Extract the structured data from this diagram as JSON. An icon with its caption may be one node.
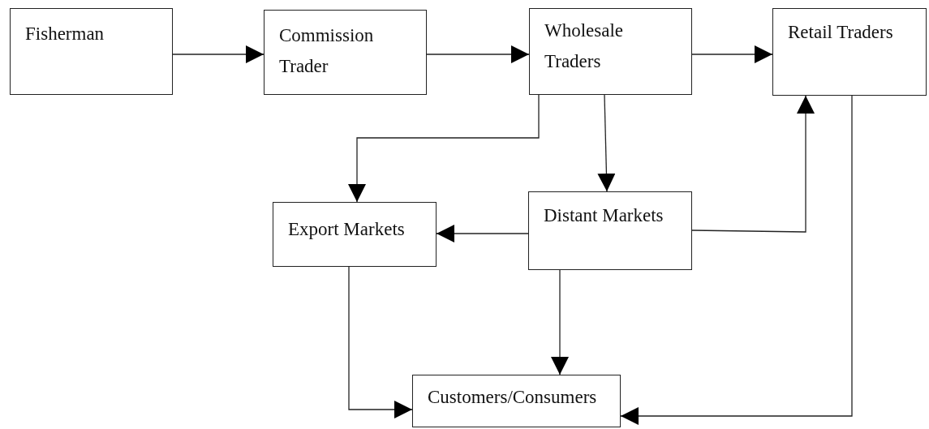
{
  "diagram": {
    "nodes": [
      {
        "text": [
          "Fisherman"
        ]
      },
      {
        "text": [
          "Commission Trader"
        ]
      },
      {
        "text": [
          "Wholesale Traders"
        ]
      },
      {
        "text": [
          "Retail Traders"
        ]
      },
      {
        "text": [
          "Export Markets"
        ]
      },
      {
        "text": [
          "Distant Markets"
        ]
      },
      {
        "text": [
          "Customers/Consumers"
        ]
      }
    ],
    "edges": [
      {
        "from": 0,
        "to": 1,
        "arrow": "to"
      },
      {
        "from": 1,
        "to": 2,
        "arrow": "to"
      },
      {
        "from": 2,
        "to": 3,
        "arrow": "to"
      },
      {
        "from": 2,
        "to": 4,
        "arrow": "to"
      },
      {
        "from": 2,
        "to": 5,
        "arrow": "to"
      },
      {
        "from": 5,
        "to": 4,
        "arrow": "to"
      },
      {
        "from": 5,
        "to": 3,
        "arrow": "to"
      },
      {
        "from": 5,
        "to": 6,
        "arrow": "to"
      },
      {
        "from": 4,
        "to": 6,
        "arrow": "to"
      },
      {
        "from": 3,
        "to": 6,
        "arrow": "to"
      }
    ]
  }
}
